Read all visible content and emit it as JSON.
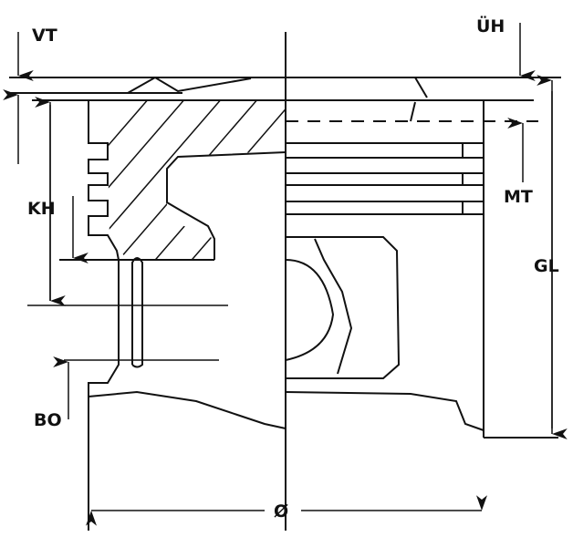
{
  "diagram": {
    "labels": {
      "vt": "VT",
      "uh": "ÜH",
      "kh": "KH",
      "mt": "MT",
      "gl": "GL",
      "bo": "BO",
      "diameter": "Ø"
    },
    "colors": {
      "line": "#111111",
      "background": "#ffffff"
    }
  }
}
